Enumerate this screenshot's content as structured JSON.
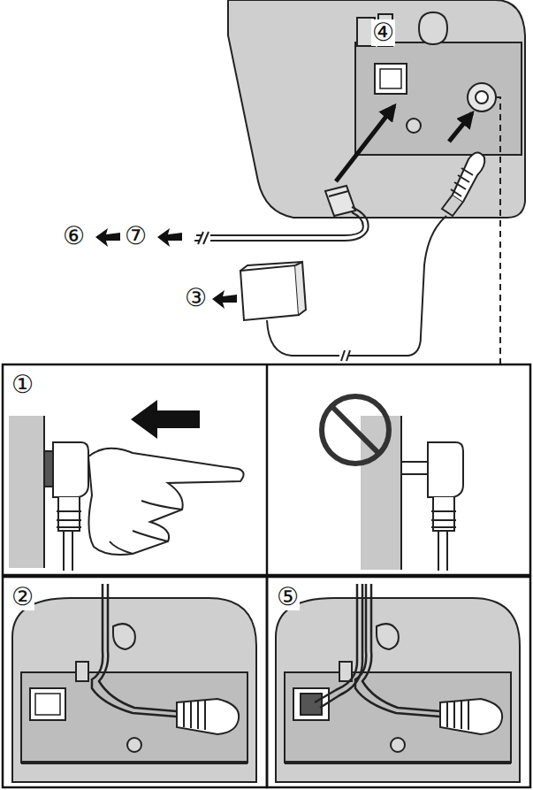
{
  "diagram": {
    "labels": [
      "④",
      "⑥",
      "⑦",
      "③",
      "①",
      "②",
      "⑤"
    ]
  }
}
